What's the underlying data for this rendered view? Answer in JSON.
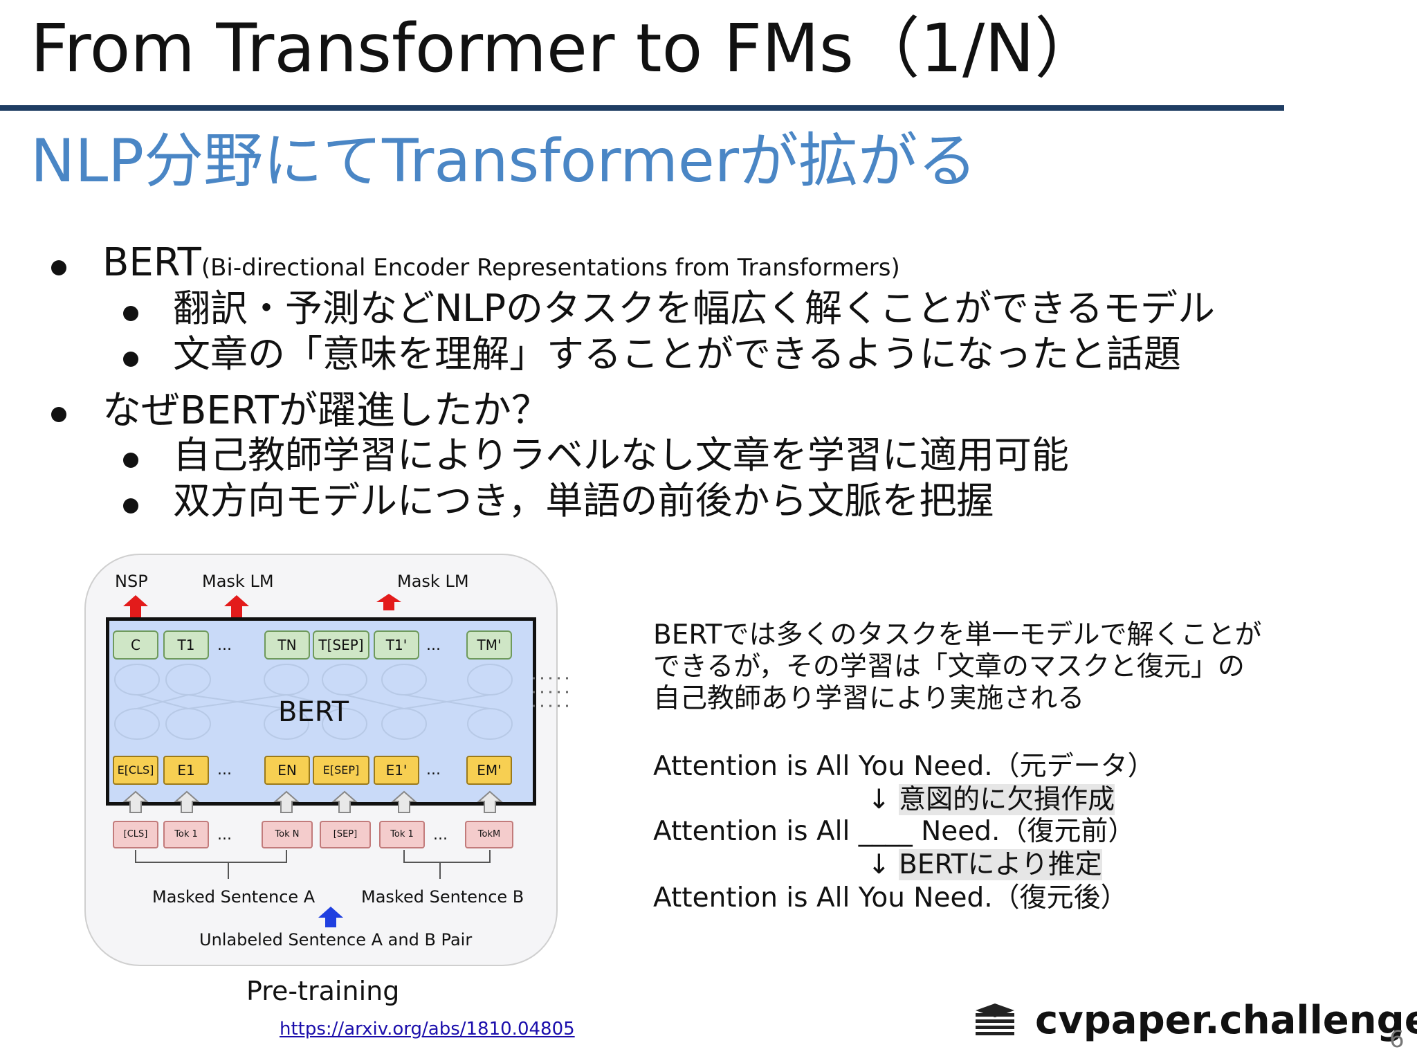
{
  "header": {
    "title": "From Transformer to FMs（1/N）",
    "subtitle": "NLP分野にてTransformerが拡がる"
  },
  "bullets": {
    "b1_main": "BERT",
    "b1_small": "(Bi-directional Encoder Representations from Transformers)",
    "b1_sub1": "翻訳・予測などNLPのタスクを幅広く解くことができるモデル",
    "b1_sub2": "文章の「意味を理解」することができるようになったと話題",
    "b2_main": "なぜBERTが躍進したか？",
    "b2_sub1": "自己教師学習によりラベルなし文章を学習に適用可能",
    "b2_sub2": "双方向モデルにつき，単語の前後から文脈を把握"
  },
  "diagram": {
    "top_labels": {
      "nsp": "NSP",
      "mask1": "Mask LM",
      "mask2": "Mask LM"
    },
    "center_label": "BERT",
    "out_tokens": [
      "C",
      "T1",
      "TN",
      "T[SEP]",
      "T1'",
      "TM'"
    ],
    "emb_tokens": [
      "E[CLS]",
      "E1",
      "EN",
      "E[SEP]",
      "E1'",
      "EM'"
    ],
    "in_tokens": [
      "[CLS]",
      "Tok 1",
      "Tok N",
      "[SEP]",
      "Tok 1",
      "TokM"
    ],
    "ellipsis": "...",
    "sent_a": "Masked Sentence A",
    "sent_b": "Masked Sentence B",
    "pair": "Unlabeled Sentence A and B Pair",
    "caption": "Pre-training"
  },
  "right": {
    "para_l1": "BERTでは多くのタスクを単一モデルで解くことが",
    "para_l2": "できるが，その学習は「文章のマスクと復元」の",
    "para_l3": "自己教師あり学習により実施される",
    "ex1": "Attention is All You Need.（元データ）",
    "arrow": "↓",
    "ex1_note": "意図的に欠損作成",
    "ex2_a": "Attention is All ",
    "ex2_blank": "____",
    "ex2_b": " Need.（復元前）",
    "ex2_note": "BERTにより推定",
    "ex3": "Attention is All You Need.（復元後）"
  },
  "footer": {
    "link": "https://arxiv.org/abs/1810.04805",
    "brand": "cvpaper.challenge",
    "page": "6"
  }
}
